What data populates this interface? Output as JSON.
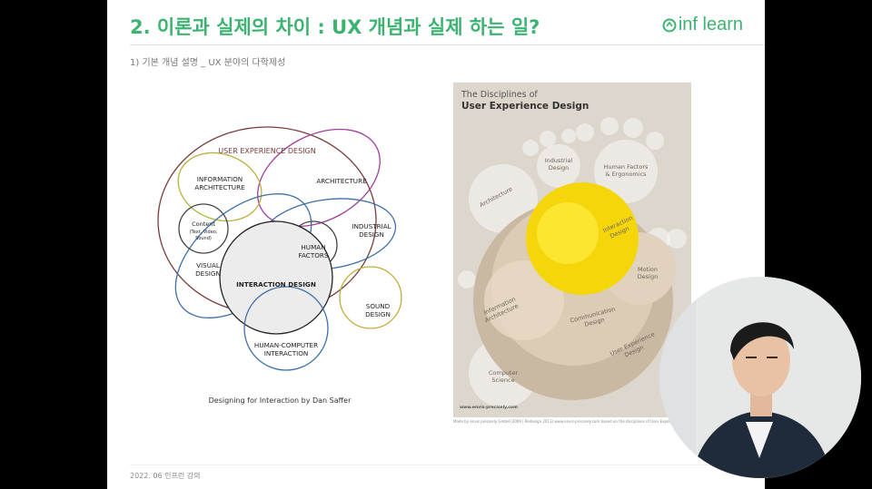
{
  "slide": {
    "title": "2. 이론과 실제의 차이 : UX 개념과 실제 하는 일?",
    "subtitle": "1) 기본 개념 설명 _ UX 분야의 다학제성",
    "footer": "2022. 06 인프런 강의"
  },
  "logo": {
    "text": "inf learn",
    "color": "#3cb371"
  },
  "venn": {
    "caption": "Designing for Interaction by Dan Saffer",
    "labels": {
      "ux": "USER EXPERIENCE DESIGN",
      "ia_line1": "INFORMATION",
      "ia_line2": "ARCHITECTURE",
      "architecture": "ARCHITECTURE",
      "industrial_line1": "INDUSTRIAL",
      "industrial_line2": "DESIGN",
      "content": "Content",
      "content_sub1": "(Text, Video,",
      "content_sub2": "Sound)",
      "hf_line1": "HUMAN",
      "hf_line2": "FACTORS",
      "visual_line1": "VISUAL",
      "visual_line2": "DESIGN",
      "ixd": "INTERACTION DESIGN",
      "sound_line1": "SOUND",
      "sound_line2": "DESIGN",
      "hci_line1": "HUMAN-COMPUTER",
      "hci_line2": "INTERACTION"
    }
  },
  "poster": {
    "title_line1": "The Disciplines of",
    "title_line2": "User Experience Design",
    "url": "www.envis-precisely.com",
    "credit": "Made by envis precisely GmbH (2009 | Redesign 2013) www.envis-precisely.com based on the disciplines of User Experience by Dan Saffer",
    "labels": {
      "industrial_line1": "Industrial",
      "industrial_line2": "Design",
      "hf_line1": "Human Factors",
      "hf_line2": "& Ergonomics",
      "architecture": "Architecture",
      "ixd_line1": "Interaction",
      "ixd_line2": "Design",
      "motion_line1": "Motion",
      "motion_line2": "Design",
      "ia_line1": "Information",
      "ia_line2": "Architecture",
      "comm_line1": "Communication",
      "comm_line2": "Design",
      "ux_line1": "User Experience",
      "ux_line2": "Design",
      "cs_line1": "Computer",
      "cs_line2": "Science"
    }
  }
}
